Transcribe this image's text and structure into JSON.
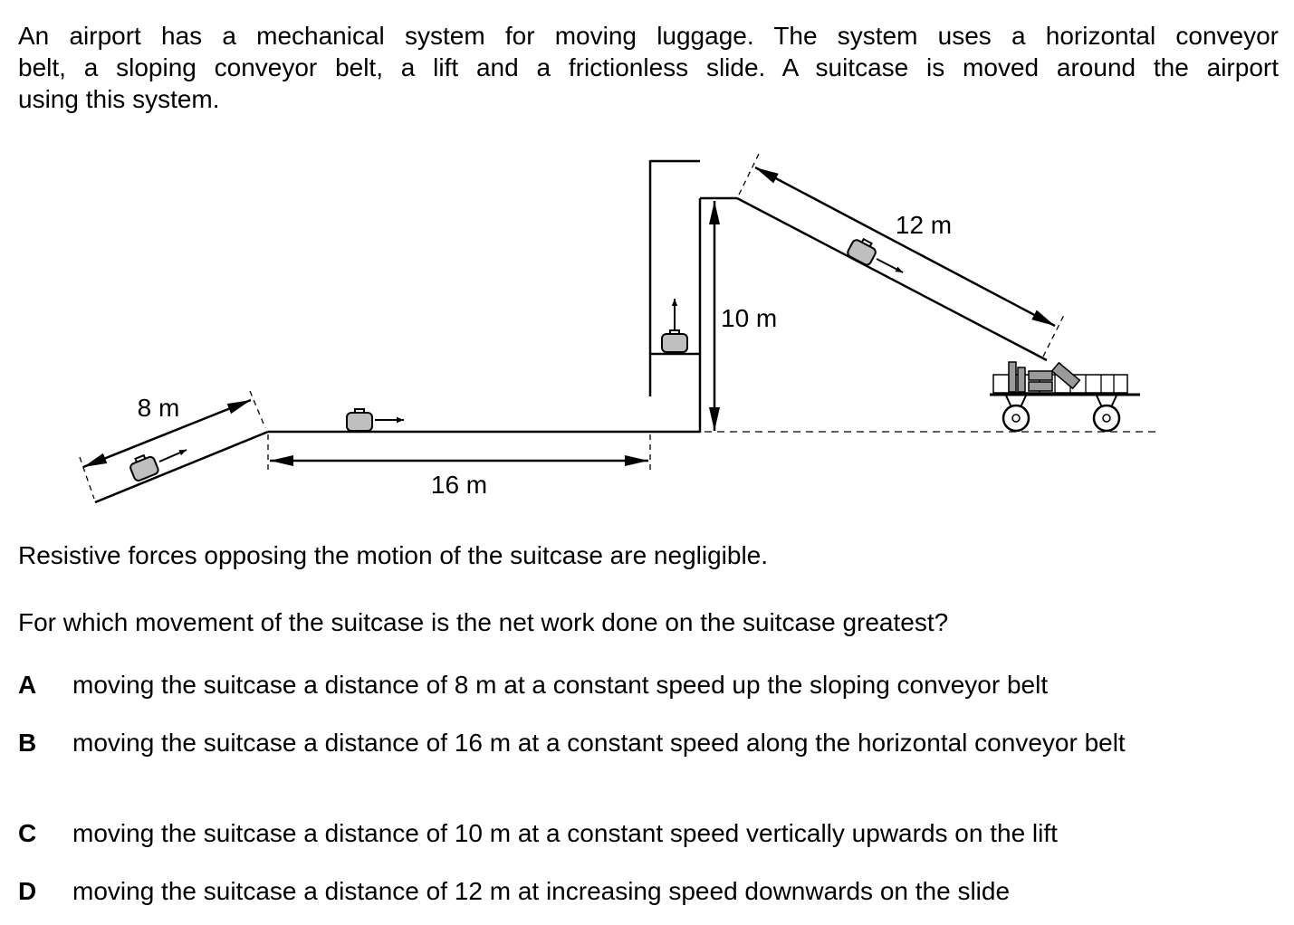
{
  "intro": {
    "line1": "An airport has a mechanical system for moving luggage. The system uses a horizontal conveyor",
    "line2": "belt, a sloping conveyor belt, a lift and a frictionless slide. A suitcase is moved around the airport",
    "line3": "using this system."
  },
  "diagram": {
    "labels": {
      "slope_length": "8 m",
      "horizontal_length": "16 m",
      "lift_height": "10 m",
      "slide_length": "12 m"
    }
  },
  "statement": "Resistive forces opposing the motion of the suitcase are negligible.",
  "question": "For which movement of the suitcase is the net work done on the suitcase greatest?",
  "options": [
    {
      "letter": "A",
      "text": "moving the suitcase a distance of 8 m at a constant speed up the sloping conveyor belt"
    },
    {
      "letter": "B",
      "text": "moving the suitcase a distance of 16 m at a constant speed along the horizontal conveyor belt"
    },
    {
      "letter": "C",
      "text": "moving the suitcase a distance of 10 m at a constant speed vertically upwards on the lift"
    },
    {
      "letter": "D",
      "text": "moving the suitcase a distance of 12 m at increasing speed downwards on the slide"
    }
  ]
}
